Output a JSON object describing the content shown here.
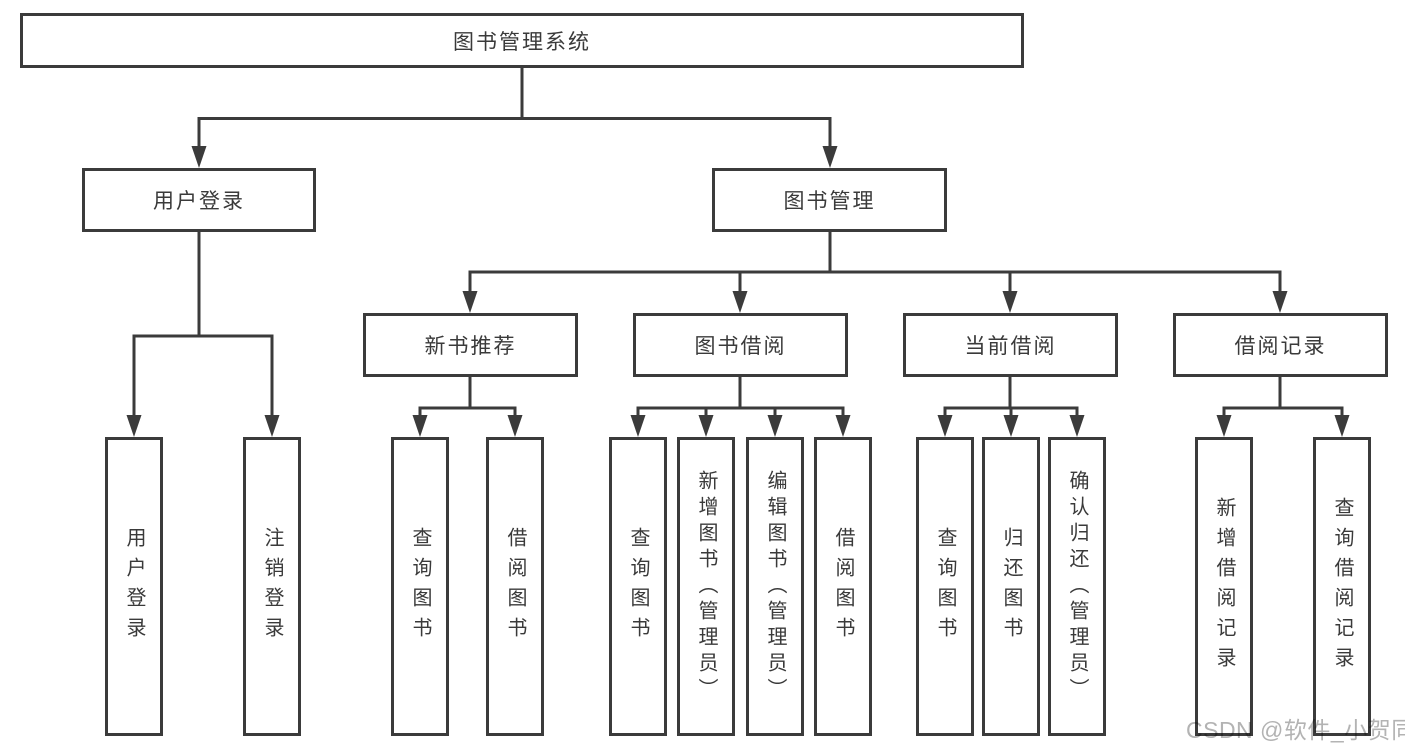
{
  "tree": {
    "root": {
      "label": "图书管理系统"
    },
    "branches": [
      {
        "label": "用户登录",
        "leaves": [
          {
            "label": "用户登录"
          },
          {
            "label": "注销登录"
          }
        ]
      },
      {
        "label": "图书管理",
        "sections": [
          {
            "label": "新书推荐",
            "leaves": [
              {
                "label": "查询图书"
              },
              {
                "label": "借阅图书"
              }
            ]
          },
          {
            "label": "图书借阅",
            "leaves": [
              {
                "label": "查询图书"
              },
              {
                "label": "新增图书（管理员）"
              },
              {
                "label": "编辑图书（管理员）"
              },
              {
                "label": "借阅图书"
              }
            ]
          },
          {
            "label": "当前借阅",
            "leaves": [
              {
                "label": "查询图书"
              },
              {
                "label": "归还图书"
              },
              {
                "label": "确认归还（管理员）"
              }
            ]
          },
          {
            "label": "借阅记录",
            "leaves": [
              {
                "label": "新增借阅记录"
              },
              {
                "label": "查询借阅记录"
              }
            ]
          }
        ]
      }
    ]
  },
  "watermark": {
    "text": "CSDN @软件_小贺同学"
  },
  "colors": {
    "line": "#3b3b3b",
    "text": "#3a3a3a",
    "watermark": "#b3b3b3",
    "background": "#ffffff"
  }
}
